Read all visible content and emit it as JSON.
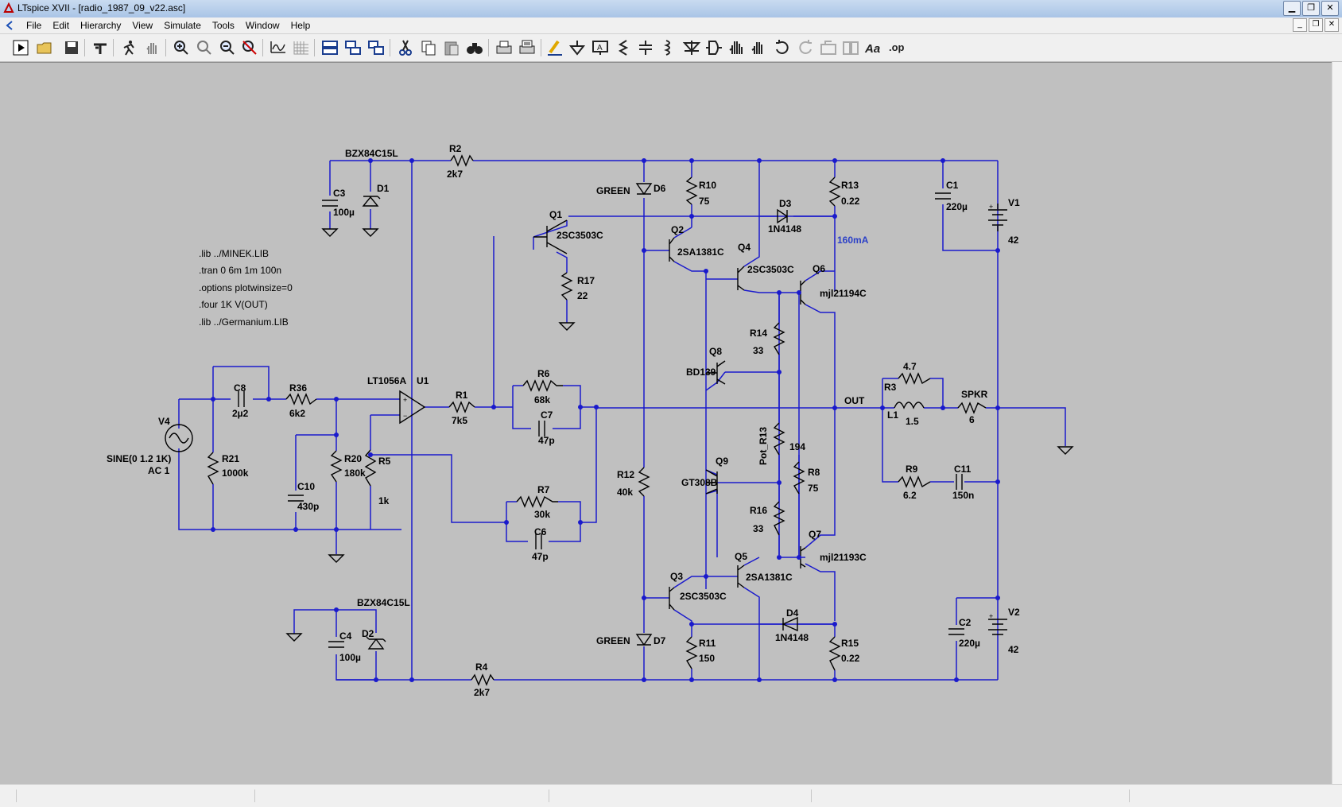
{
  "window": {
    "title": "LTspice XVII - [radio_1987_09_v22.asc]"
  },
  "menu": {
    "items": [
      "File",
      "Edit",
      "Hierarchy",
      "View",
      "Simulate",
      "Tools",
      "Window",
      "Help"
    ]
  },
  "toolbar": {
    "icons": [
      "run-icon",
      "open-icon",
      "save-icon",
      "control-panel-icon",
      "run-simulation-icon",
      "pan-icon",
      "zoom-in-icon",
      "zoom-rect-icon",
      "zoom-out-icon",
      "zoom-cancel-icon",
      "autorange-icon",
      "grid-icon",
      "tile-horizontal-icon",
      "tile-vertical-icon",
      "cascade-icon",
      "cut-icon",
      "copy-icon",
      "paste-icon",
      "find-icon",
      "print-icon",
      "print-setup-icon",
      "draw-wire-icon",
      "ground-icon",
      "label-net-icon",
      "resistor-icon",
      "capacitor-icon",
      "inductor-icon",
      "diode-icon",
      "component-icon",
      "move-icon",
      "drag-icon",
      "undo-icon",
      "redo-icon",
      "rotate-icon",
      "mirror-icon",
      "text-icon",
      "spice-directive-icon"
    ]
  },
  "schematic": {
    "directives": [
      ".lib ../MINEK.LIB",
      ".tran 0 6m 1m 100n",
      ".options plotwinsize=0",
      ".four 1K V(OUT)",
      ".lib ../Germanium.LIB"
    ],
    "labels": {
      "zener_top_model": "BZX84C15L",
      "zener_bot_model": "BZX84C15L",
      "r2": "R2",
      "r2_val": "2k7",
      "c3": "C3",
      "c3_val": "100µ",
      "d1": "D1",
      "q1": "Q1",
      "q1_model": "2SC3503C",
      "r17": "R17",
      "r17_val": "22",
      "d6": "D6",
      "d6_color": "GREEN",
      "r10": "R10",
      "r10_val": "75",
      "d3": "D3",
      "d3_model": "1N4148",
      "r13": "R13",
      "r13_val": "0.22",
      "current_note": "160mA",
      "c1": "C1",
      "c1_val": "220µ",
      "v1": "V1",
      "v1_val": "42",
      "q2": "Q2",
      "q2_model": "2SA1381C",
      "q4": "Q4",
      "q4_model": "2SC3503C",
      "q6": "Q6",
      "q6_model": "mjl21194C",
      "r14": "R14",
      "r14_val": "33",
      "q8": "Q8",
      "q8_model": "BD139",
      "c8": "C8",
      "c8_val": "2µ2",
      "r36": "R36",
      "r36_val": "6k2",
      "u1_model": "LT1056A",
      "u1": "U1",
      "r1": "R1",
      "r1_val": "7k5",
      "r6": "R6",
      "r6_val": "68k",
      "c7": "C7",
      "c7_val": "47p",
      "out": "OUT",
      "r3": "R3",
      "r3_val": "4.7",
      "l1": "L1",
      "l1_val": "1.5",
      "spkr": "SPKR",
      "spkr_val": "6",
      "v4": "V4",
      "v4_src": "SINE(0 1.2 1K)",
      "v4_ac": "AC 1",
      "r21": "R21",
      "r21_val": "1000k",
      "r20": "R20",
      "r20_val": "180k",
      "r5": "R5",
      "r5_val": "1k",
      "c10": "C10",
      "c10_val": "430p",
      "pot": "Pot_R13",
      "pot_val": "194",
      "r9": "R9",
      "r9_val": "6.2",
      "c11": "C11",
      "c11_val": "150n",
      "q9": "Q9",
      "q9_model": "GT308B",
      "r8": "R8",
      "r8_val": "75",
      "r12": "R12",
      "r12_val": "40k",
      "r7": "R7",
      "r7_val": "30k",
      "c6": "C6",
      "c6_val": "47p",
      "r16": "R16",
      "r16_val": "33",
      "q7": "Q7",
      "q7_model": "mjl21193C",
      "q5": "Q5",
      "q5_model": "2SA1381C",
      "q3": "Q3",
      "q3_model": "2SC3503C",
      "d4": "D4",
      "d4_model": "1N4148",
      "c4": "C4",
      "c4_val": "100µ",
      "d2": "D2",
      "d7": "D7",
      "d7_color": "GREEN",
      "r11": "R11",
      "r11_val": "150",
      "r15": "R15",
      "r15_val": "0.22",
      "c2": "C2",
      "c2_val": "220µ",
      "v2": "V2",
      "v2_val": "42",
      "r4": "R4",
      "r4_val": "2k7"
    }
  },
  "colors": {
    "canvas": "#c0c0c0",
    "wire": "#1a1acc",
    "text": "#000000",
    "note": "#2a3fc7"
  }
}
